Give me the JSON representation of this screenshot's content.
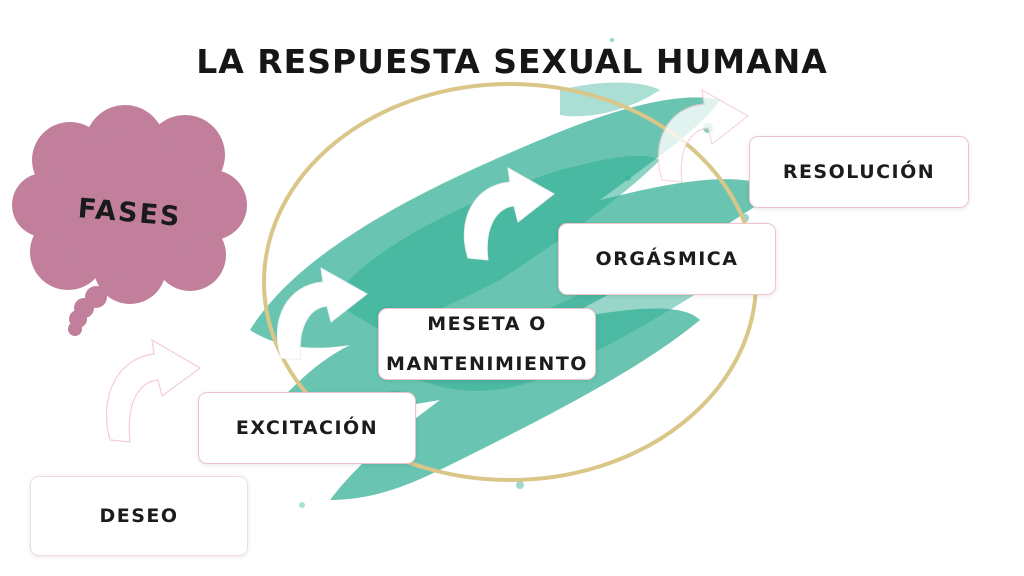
{
  "title": "LA RESPUESTA SEXUAL HUMANA",
  "cloud": {
    "label": "FASES",
    "fill_color": "#c17f9c"
  },
  "stages": [
    {
      "id": "deseo",
      "lines": [
        "DESEO"
      ]
    },
    {
      "id": "excitacion",
      "lines": [
        "EXCITACIÓN"
      ]
    },
    {
      "id": "meseta",
      "lines": [
        "MESETA O",
        "MANTENIMIENTO"
      ]
    },
    {
      "id": "orgasmica",
      "lines": [
        "ORGÁSMICA"
      ]
    },
    {
      "id": "resolucion",
      "lines": [
        "RESOLUCIÓN"
      ]
    }
  ],
  "colors": {
    "accent_teal": "#2fae94",
    "ring_gold": "#d9c688",
    "arrow_white": "#ffffff",
    "arrow_faint_outline": "#f3cdd2",
    "box_border": "#ecc6cc"
  },
  "icons": [
    "curved-arrow-icon",
    "thought-cloud-icon"
  ]
}
